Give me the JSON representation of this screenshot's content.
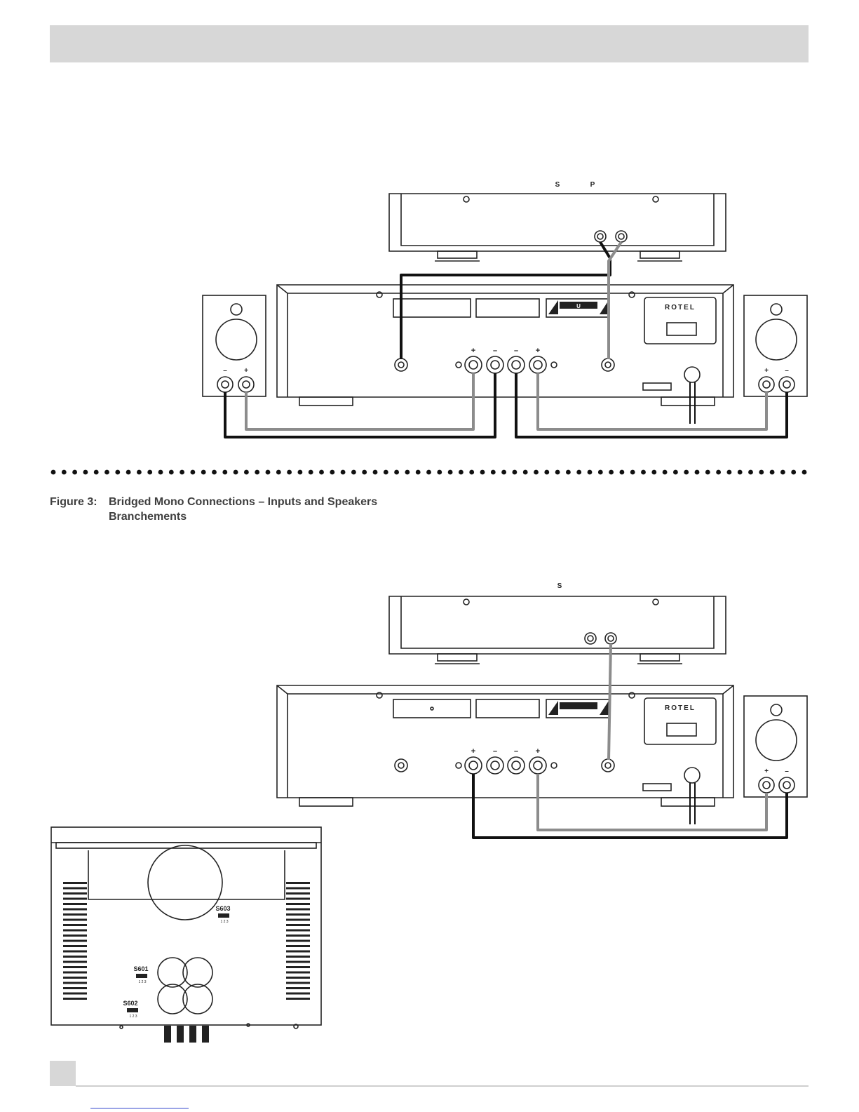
{
  "figure": {
    "label": "Figure 3:",
    "title": "Bridged Mono Connections – Inputs and Speakers",
    "subtitle": "Branchements"
  },
  "diagram_top": {
    "source_label_1": "S",
    "source_label_2": "P",
    "warning_label": "U",
    "brand": "ROTEL",
    "left_speaker_minus": "–",
    "left_speaker_plus": "+",
    "right_speaker_plus": "+",
    "right_speaker_minus": "–",
    "terminal_plus_1": "+",
    "terminal_minus_1": "–",
    "terminal_minus_2": "–",
    "terminal_plus_2": "+"
  },
  "diagram_bottom": {
    "source_label": "S",
    "brand": "ROTEL",
    "speaker_plus": "+",
    "speaker_minus": "–",
    "terminal_plus_1": "+",
    "terminal_minus_1": "–",
    "terminal_minus_2": "–",
    "terminal_plus_2": "+"
  },
  "inset": {
    "switch_s603": "S603",
    "switch_s601": "S601",
    "switch_s602": "S602",
    "switch_positions": "1 2 3"
  },
  "colors": {
    "header_band": "#d7d7d7",
    "black_wire": "#111111",
    "grey_wire": "#8c8c8c"
  }
}
